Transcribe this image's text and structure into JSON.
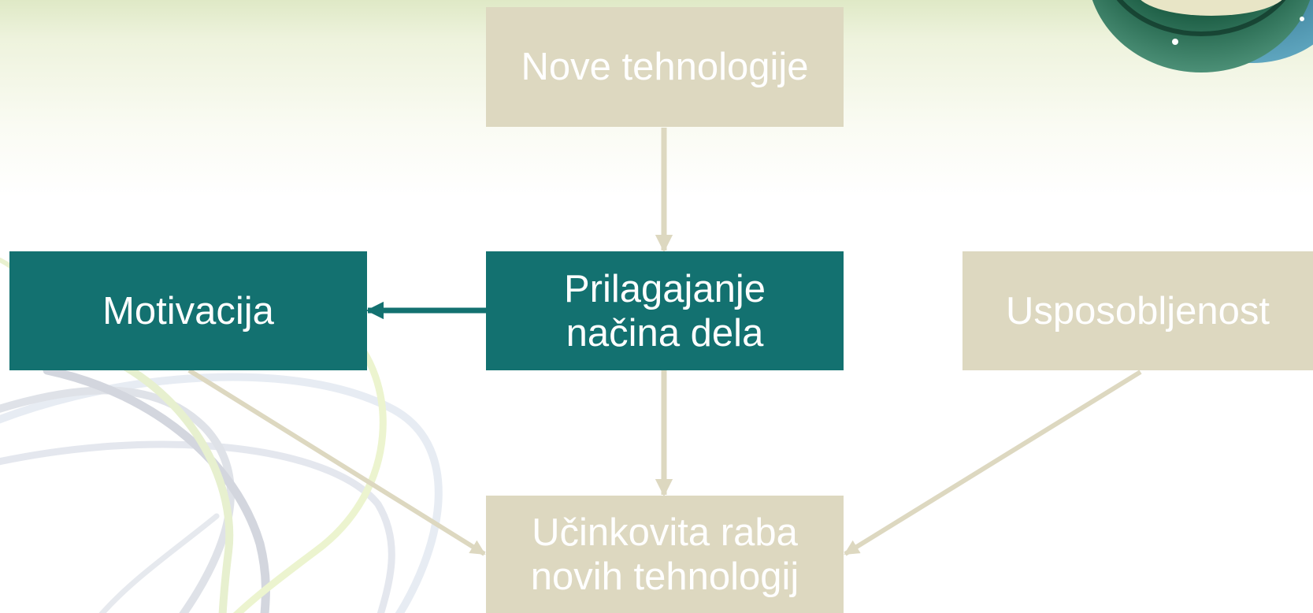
{
  "diagram": {
    "colors": {
      "teal": "#137170",
      "beige": "#ddd8c0",
      "text": "#ffffff",
      "connector_beige": "#ddd8c0",
      "connector_teal": "#137170"
    },
    "nodes": [
      {
        "id": "nove-tehnologije",
        "label": "Nove tehnologije",
        "color": "beige"
      },
      {
        "id": "prilagajanje",
        "label": "Prilagajanje\nnačina dela",
        "color": "teal"
      },
      {
        "id": "motivacija",
        "label": "Motivacija",
        "color": "teal"
      },
      {
        "id": "usposobljenost",
        "label": "Usposobljenost",
        "color": "beige"
      },
      {
        "id": "ucinkovita-raba",
        "label": "Učinkovita raba\nnovih tehnologij",
        "color": "beige"
      }
    ],
    "edges": [
      {
        "from": "nove-tehnologije",
        "to": "prilagajanje",
        "color": "beige"
      },
      {
        "from": "prilagajanje",
        "to": "motivacija",
        "color": "teal"
      },
      {
        "from": "prilagajanje",
        "to": "ucinkovita-raba",
        "color": "beige"
      },
      {
        "from": "motivacija",
        "to": "ucinkovita-raba",
        "color": "beige"
      },
      {
        "from": "usposobljenost",
        "to": "ucinkovita-raba",
        "color": "beige"
      }
    ]
  }
}
